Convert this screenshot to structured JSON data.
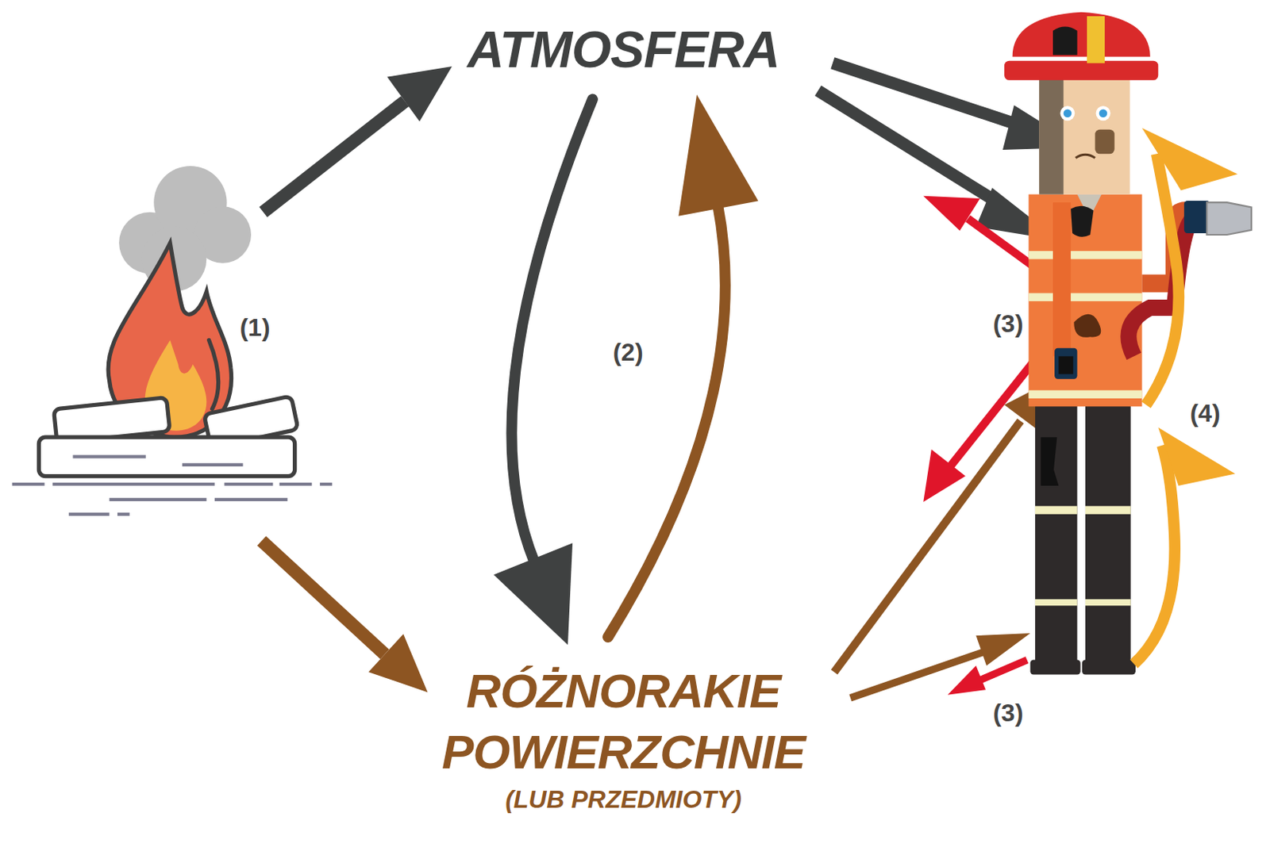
{
  "diagram": {
    "nodes": [
      {
        "text": [
          "ATMOSFERA"
        ]
      },
      {
        "text": [
          "RÓŻNORAKIE POWIERZCHNIE",
          "(LUB PRZEDMIOTY)"
        ]
      }
    ],
    "edges": [
      {
        "from": 0,
        "to": 1,
        "arrow": "to"
      },
      {
        "from": 1,
        "to": 0,
        "arrow": "to"
      }
    ],
    "labels": [
      "(1)",
      "(2)",
      "(3)",
      "(4)",
      "(3)"
    ]
  }
}
